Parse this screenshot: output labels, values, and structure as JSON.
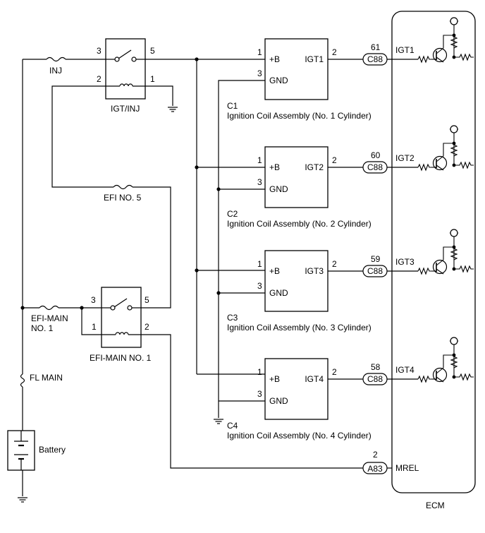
{
  "components": {
    "igt_relay": {
      "label": "IGT/INJ",
      "pins": {
        "p3": "3",
        "p5": "5",
        "p2": "2",
        "p1": "1"
      }
    },
    "inj_fuse": "INJ",
    "efi5_fuse": "EFI NO. 5",
    "efimain_fuse": {
      "line1": "EFI-MAIN",
      "line2": "NO. 1"
    },
    "efimain_relay": {
      "label": "EFI-MAIN NO. 1",
      "pins": {
        "p3": "3",
        "p5": "5",
        "p1": "1",
        "p2": "2"
      }
    },
    "flmain_fuse": "FL MAIN",
    "battery": "Battery",
    "ecm": {
      "label": "ECM",
      "mrel_pin": "2",
      "mrel_connector": "A83",
      "mrel_signal": "MREL"
    }
  },
  "coils": [
    {
      "id": "C1",
      "name": "Ignition Coil Assembly (No. 1 Cylinder)",
      "plus_b": "+B",
      "gnd": "GND",
      "igt": "IGT1",
      "pin_b": "1",
      "pin_gnd": "3",
      "pin_igt": "2",
      "ecm_pin": "61",
      "connector": "C88",
      "ecm_signal": "IGT1"
    },
    {
      "id": "C2",
      "name": "Ignition Coil Assembly (No. 2 Cylinder)",
      "plus_b": "+B",
      "gnd": "GND",
      "igt": "IGT2",
      "pin_b": "1",
      "pin_gnd": "3",
      "pin_igt": "2",
      "ecm_pin": "60",
      "connector": "C88",
      "ecm_signal": "IGT2"
    },
    {
      "id": "C3",
      "name": "Ignition Coil Assembly (No. 3 Cylinder)",
      "plus_b": "+B",
      "gnd": "GND",
      "igt": "IGT3",
      "pin_b": "1",
      "pin_gnd": "3",
      "pin_igt": "2",
      "ecm_pin": "59",
      "connector": "C88",
      "ecm_signal": "IGT3"
    },
    {
      "id": "C4",
      "name": "Ignition Coil Assembly (No. 4 Cylinder)",
      "plus_b": "+B",
      "gnd": "GND",
      "igt": "IGT4",
      "pin_b": "1",
      "pin_gnd": "3",
      "pin_igt": "2",
      "ecm_pin": "58",
      "connector": "C88",
      "ecm_signal": "IGT4"
    }
  ]
}
